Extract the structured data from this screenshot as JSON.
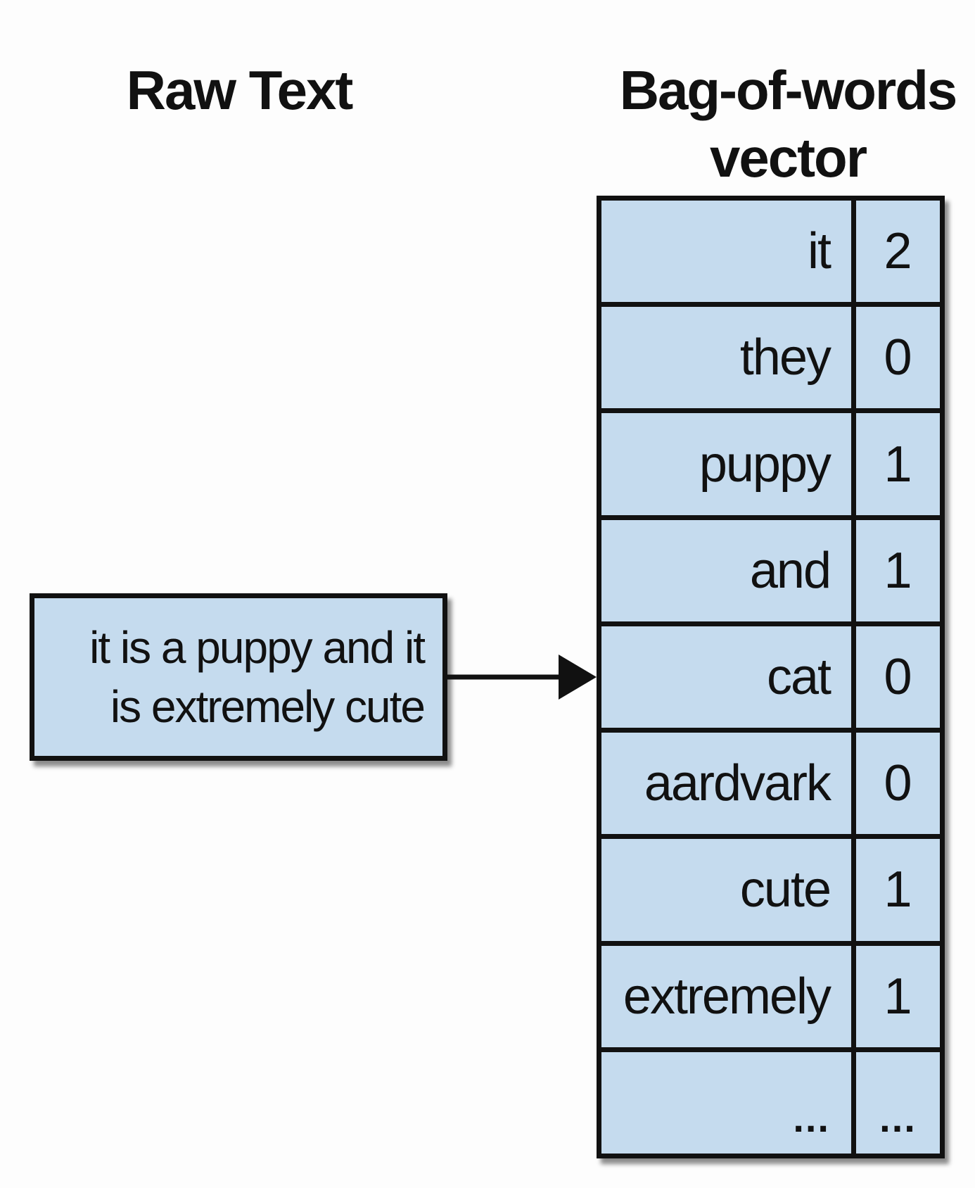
{
  "headings": {
    "raw_text": "Raw Text",
    "bow_line1": "Bag-of-words",
    "bow_line2": "vector"
  },
  "raw_text": {
    "line1": "it is a puppy and it",
    "line2": "is extremely cute"
  },
  "vector": [
    {
      "word": "it",
      "count": "2"
    },
    {
      "word": "they",
      "count": "0"
    },
    {
      "word": "puppy",
      "count": "1"
    },
    {
      "word": "and",
      "count": "1"
    },
    {
      "word": "cat",
      "count": "0"
    },
    {
      "word": "aardvark",
      "count": "0"
    },
    {
      "word": "cute",
      "count": "1"
    },
    {
      "word": "extremely",
      "count": "1"
    },
    {
      "word": "...",
      "count": "..."
    }
  ],
  "colors": {
    "box_fill": "#c5dbee",
    "stroke": "#111111"
  }
}
